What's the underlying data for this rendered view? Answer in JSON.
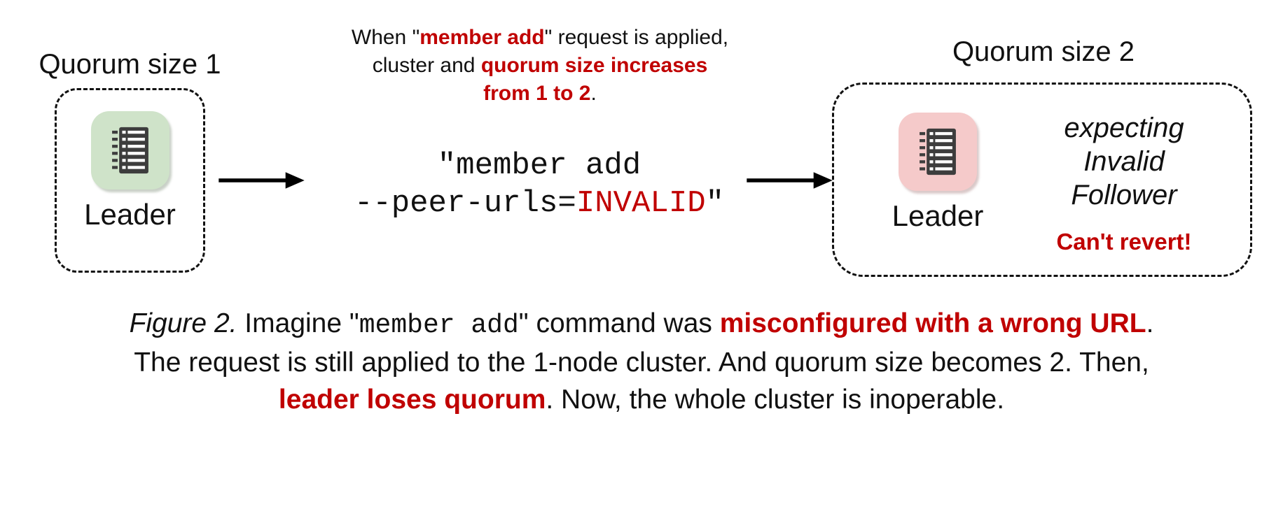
{
  "colors": {
    "red_accent": "#c00000",
    "green_badge": "#cfe3c9",
    "pink_badge": "#f5caca",
    "icon_dark": "#3d3d3d",
    "text": "#111111"
  },
  "left_cluster": {
    "title": "Quorum size 1",
    "node_label": "Leader"
  },
  "note": {
    "l1_pre": "When \"",
    "l1_red": "member add",
    "l1_post": "\" request is applied,",
    "l2_pre": "cluster and ",
    "l2_red": "quorum size increases",
    "l3_red": "from 1 to 2",
    "l3_post": "."
  },
  "command": {
    "line1": "\"member add",
    "line2_pre": "--peer-urls=",
    "line2_red": "INVALID",
    "line2_post": "\""
  },
  "right_cluster": {
    "title": "Quorum size 2",
    "node_label": "Leader",
    "expect_l1": "expecting",
    "expect_l2": "Invalid",
    "expect_l3": "Follower",
    "warning": "Can't revert!"
  },
  "caption": {
    "figure_label": "Figure 2.",
    "l1_s1": " Imagine \"",
    "l1_code": "member add",
    "l1_s2": "\" command was ",
    "l1_red": "misconfigured with a wrong URL",
    "l1_s3": ".",
    "l2": "The request is still applied to the 1-node cluster. And quorum size becomes 2. Then,",
    "l3_red": "leader loses quorum",
    "l3_s1": ". Now, the whole cluster is inoperable."
  }
}
